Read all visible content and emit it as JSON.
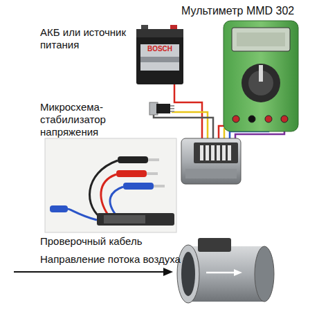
{
  "diagram": {
    "labels": [
      "Мультиметр MMD 302",
      "АКБ или источник питания",
      "BOSCH",
      "Микросхема-стабилизатор напряжения",
      "Проверочный кабель",
      "Направление потока воздуха"
    ]
  }
}
